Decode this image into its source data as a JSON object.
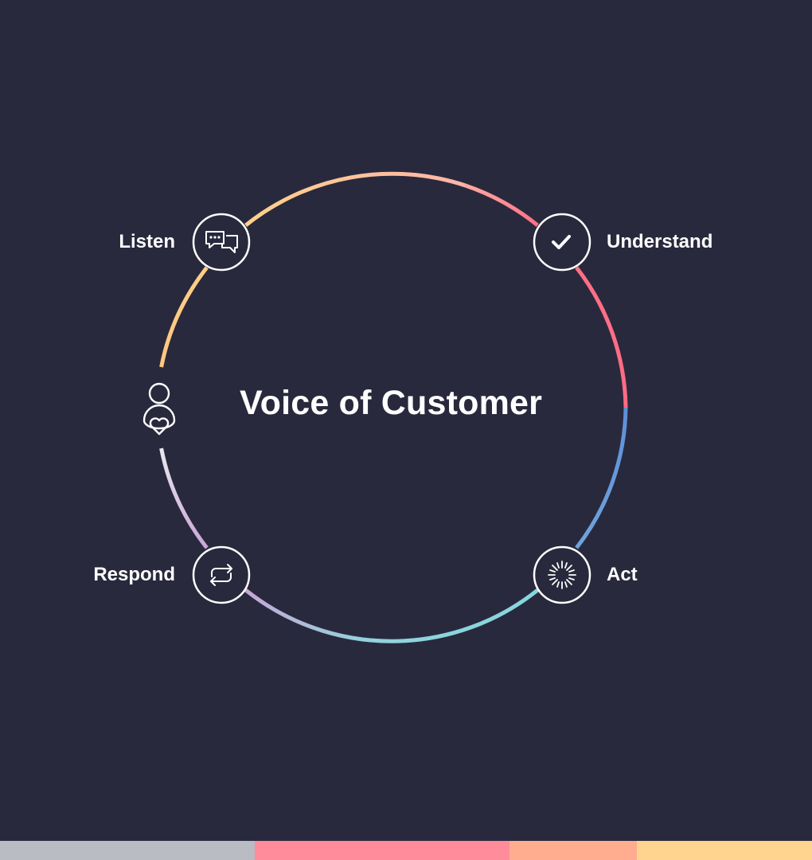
{
  "diagram": {
    "center_title": "Voice of Customer",
    "center_icon": "person-heart-icon",
    "steps": [
      {
        "label": "Listen",
        "icon": "chat-bubbles-icon"
      },
      {
        "label": "Understand",
        "icon": "checkmark-icon"
      },
      {
        "label": "Act",
        "icon": "sparkle-burst-icon"
      },
      {
        "label": "Respond",
        "icon": "cycle-arrows-icon"
      }
    ]
  },
  "colors": {
    "background": "#29293d",
    "ring_peach": "#ffc98a",
    "ring_pink": "#ff7a8c",
    "ring_blue": "#6a8fd6",
    "ring_cyan": "#8fd3dc",
    "ring_lavender": "#c8a6d8",
    "ring_light": "#e3e3ea",
    "footer_gray": "#b9bcc2",
    "footer_pink": "#ff8c9a",
    "footer_salmon": "#ffac8f",
    "footer_yellow": "#ffd48f"
  }
}
